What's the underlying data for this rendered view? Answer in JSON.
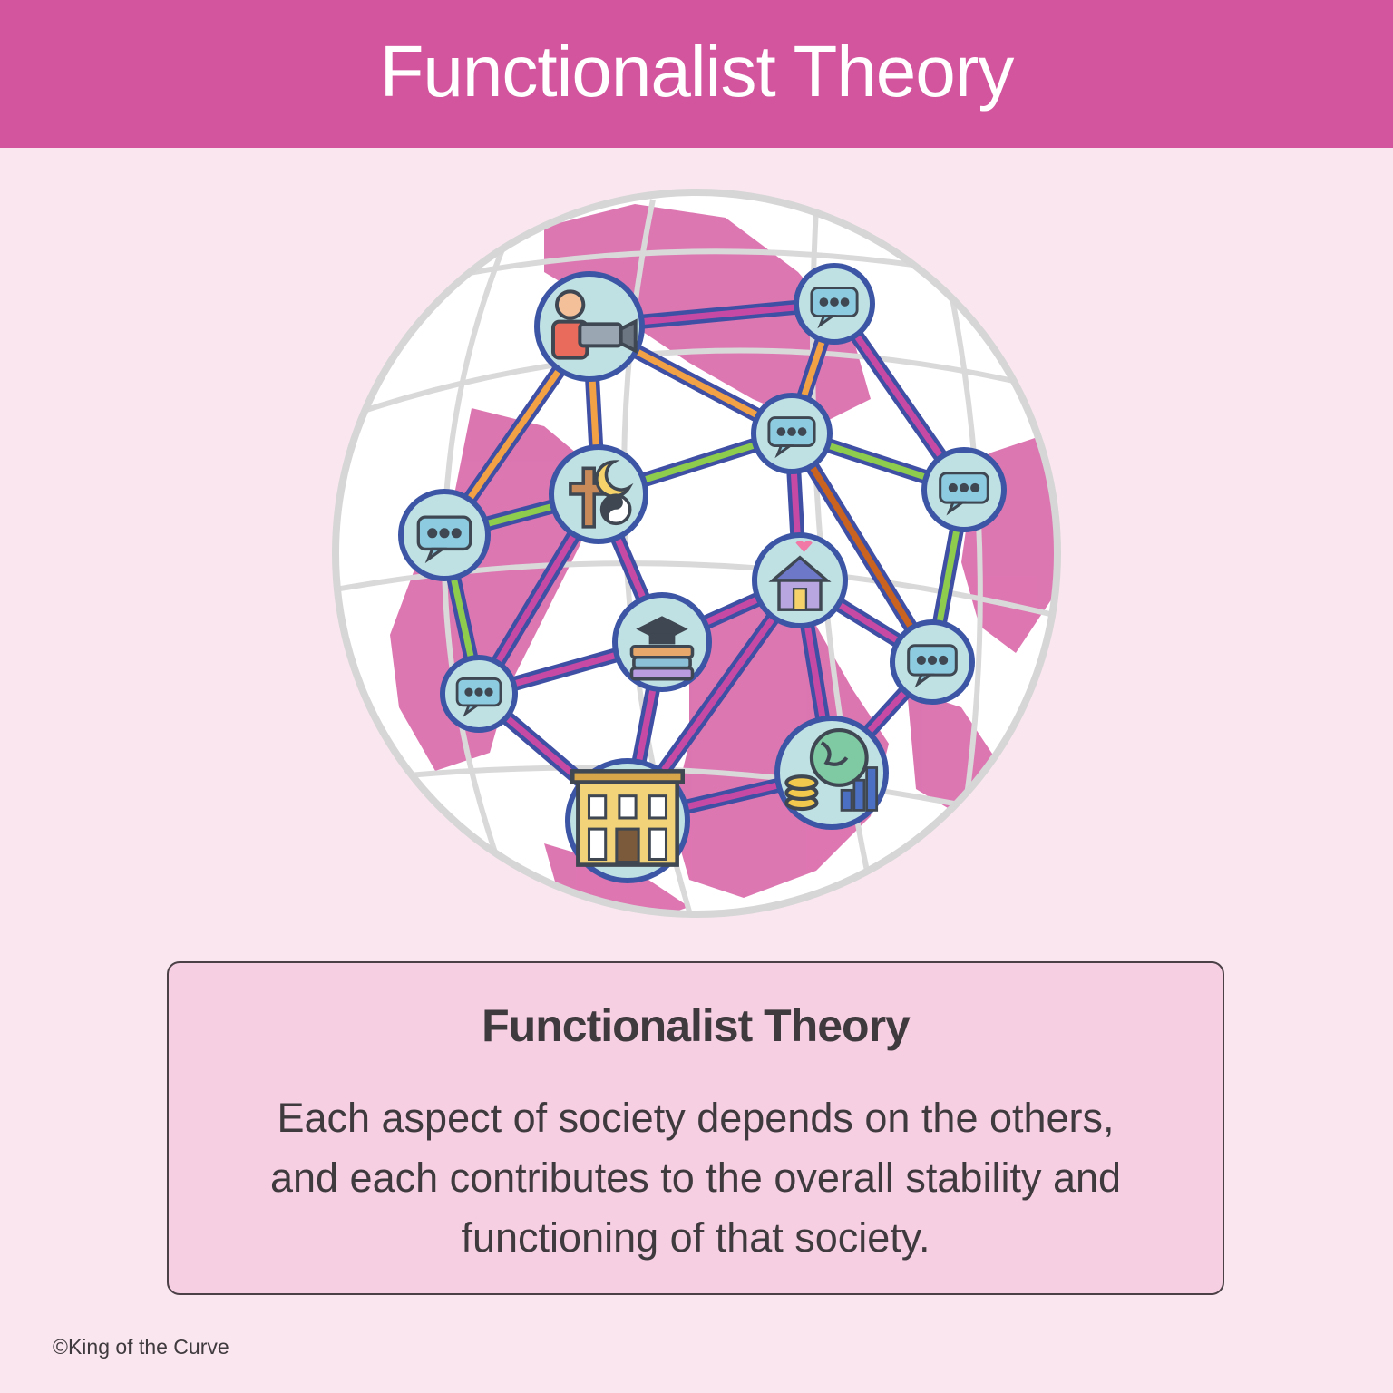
{
  "header": {
    "title": "Functionalist Theory"
  },
  "diagram": {
    "nodes": [
      {
        "id": "media",
        "icon": "camera-operator-icon"
      },
      {
        "id": "chat-top-right",
        "icon": "speech-bubble-icon"
      },
      {
        "id": "chat-center",
        "icon": "speech-bubble-icon"
      },
      {
        "id": "religion",
        "icon": "religion-symbols-icon"
      },
      {
        "id": "chat-left",
        "icon": "speech-bubble-icon"
      },
      {
        "id": "chat-right",
        "icon": "speech-bubble-icon"
      },
      {
        "id": "family",
        "icon": "family-home-icon"
      },
      {
        "id": "education",
        "icon": "graduation-books-icon"
      },
      {
        "id": "chat-lower-left",
        "icon": "speech-bubble-icon"
      },
      {
        "id": "chat-lower-right",
        "icon": "speech-bubble-icon"
      },
      {
        "id": "government",
        "icon": "government-building-icon"
      },
      {
        "id": "economy",
        "icon": "global-economy-icon"
      }
    ],
    "colors": {
      "globe_land": "#d75fa4",
      "globe_grid": "#d9d9d9",
      "node_fill": "#bfe1e4",
      "node_border": "#3c55a5",
      "link_purple": "#3f4fa4",
      "link_magenta": "#c64aa3",
      "link_orange": "#f2a144",
      "link_green": "#8dcc4c"
    }
  },
  "card": {
    "title": "Functionalist Theory",
    "body": "Each aspect of society depends on the others, and each contributes to the overall stability and functioning of that society."
  },
  "footer": {
    "copyright": "©King of the Curve"
  }
}
